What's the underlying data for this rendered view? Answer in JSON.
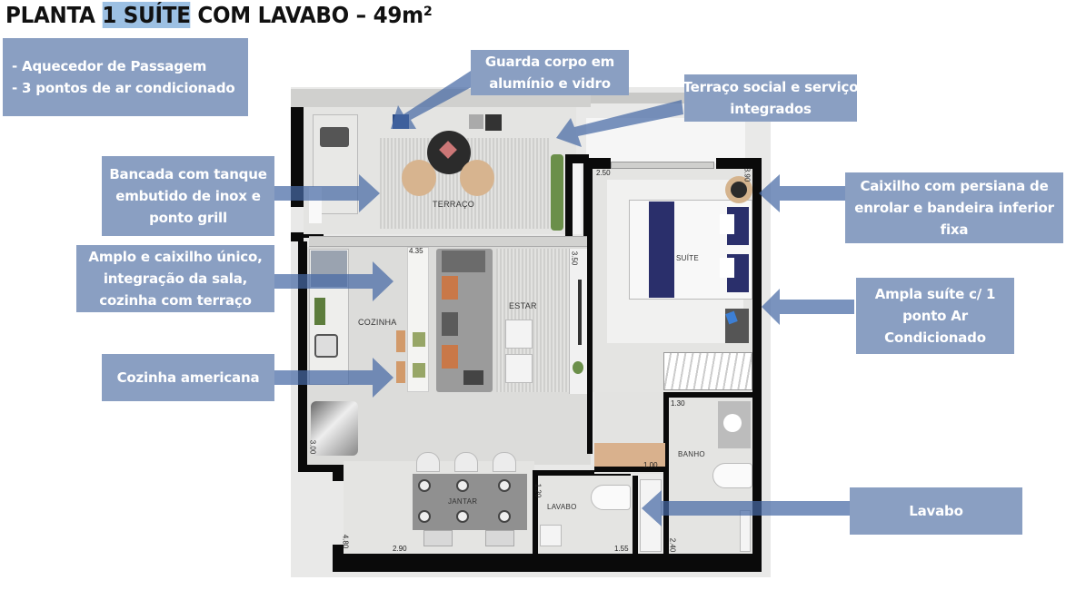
{
  "title": {
    "prefix": "PLANTA ",
    "highlight": "1 SUÍTE",
    "suffix": " COM LAVABO – 49m²"
  },
  "callouts": {
    "features": [
      "-  Aquecedor de Passagem",
      "-  3 pontos de ar condicionado"
    ],
    "guarda_corpo": [
      "Guarda corpo em",
      "alumínio e vidro"
    ],
    "terraco_social": [
      "Terraço social e serviço",
      "integrados"
    ],
    "bancada": [
      "Bancada com tanque",
      "embutido de inox e",
      "ponto grill"
    ],
    "amplo": [
      "Amplo e caixilho único,",
      "integração da sala,",
      "cozinha com terraço"
    ],
    "cozinha_americana": [
      "Cozinha americana"
    ],
    "caixilho": [
      "Caixilho com persiana de",
      "enrolar e bandeira inferior",
      "fixa"
    ],
    "ampla_suite": [
      "Ampla suíte c/ 1",
      "ponto Ar",
      "Condicionado"
    ],
    "lavabo": [
      "Lavabo"
    ]
  },
  "rooms": {
    "terraco": "TERRAÇO",
    "cozinha": "COZINHA",
    "estar": "ESTAR",
    "suite": "SUÍTE",
    "banho": "BANHO",
    "jantar": "JANTAR",
    "lavabo": "LAVABO"
  },
  "dimensions": {
    "d_435": "4.35",
    "d_350": "3.50",
    "d_250": "2.50",
    "d_390": "3.90",
    "d_130": "1.30",
    "d_100": "1.00",
    "d_120": "1.20",
    "d_155": "1.55",
    "d_240": "2.40",
    "d_290": "2.90",
    "d_480": "4.80",
    "d_300": "3.00"
  },
  "colors": {
    "callout_bg": "#8a9fc2",
    "callout_text": "#ffffff",
    "title_highlight": "#9cc0e3",
    "arrow": "#4669a5",
    "wall": "#0a0a0a"
  }
}
